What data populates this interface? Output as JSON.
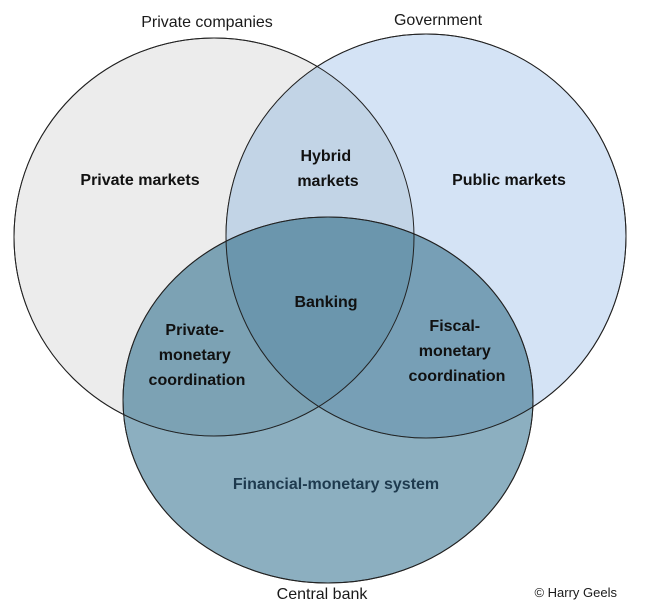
{
  "sets": {
    "private_companies": "Private companies",
    "government": "Government",
    "central_bank": "Central bank"
  },
  "regions": {
    "private_markets": "Private markets",
    "public_markets": "Public markets",
    "hybrid_markets": [
      "Hybrid",
      "markets"
    ],
    "banking": "Banking",
    "private_monetary": [
      "Private-",
      "monetary",
      "coordination"
    ],
    "fiscal_monetary": [
      "Fiscal-",
      "monetary",
      "coordination"
    ],
    "financial_monetary_system": "Financial-monetary system"
  },
  "copyright": "© Harry Geels",
  "colors": {
    "private_fill": "#ececec",
    "government_fill": "#d4e3f5",
    "central_bank_fill": "#5f90a8",
    "system_text": "#1e3a4e",
    "outline": "#222222"
  }
}
